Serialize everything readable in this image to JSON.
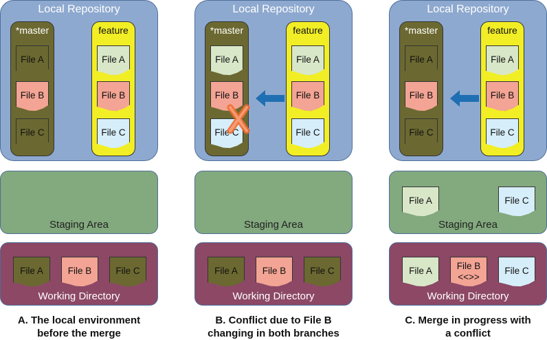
{
  "repo_title": "Local Repository",
  "branches": {
    "master": "*master",
    "feature": "feature"
  },
  "files": {
    "a": "File A",
    "b": "File B",
    "c": "File C"
  },
  "staging_label": "Staging Area",
  "workdir_label": "Working Directory",
  "conflict_marker": "<<>>",
  "captions": {
    "a": [
      "A. The local environment",
      "before the merge"
    ],
    "b": [
      "B. Conflict due to File B",
      "changing in both branches"
    ],
    "c": [
      "C. Merge in progress with",
      "a conflict"
    ]
  },
  "colors": {
    "repo": "#8ea9cf",
    "master": "#6b6931",
    "feature": "#f2ee25",
    "staging": "#83a97e",
    "workdir": "#8c4865",
    "file_a": "#d8e7c8",
    "file_b": "#f3a494",
    "file_c": "#d6eefa",
    "arrow": "#1f6fb3",
    "conflict_x": "#ee6a2c"
  },
  "icons": {
    "merge_arrow": "arrow-left-icon",
    "conflict": "x-mark-icon"
  }
}
